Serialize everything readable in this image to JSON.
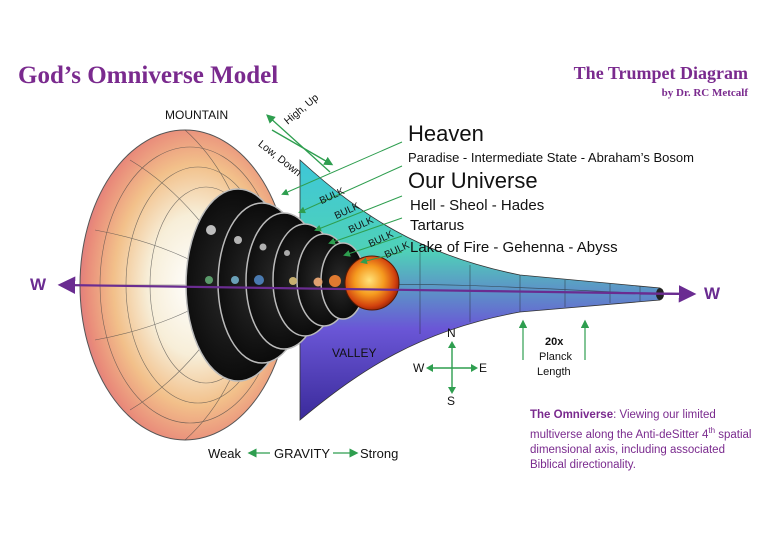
{
  "header": {
    "title": "God’s Omniverse Model",
    "diagram_title": "The Trumpet Diagram",
    "byline": "by Dr. RC Metcalf"
  },
  "labels": {
    "mountain": "MOUNTAIN",
    "valley": "VALLEY",
    "high_up": "High, Up",
    "low_down": "Low, Down",
    "bulk": "BULK",
    "west": "W",
    "compass_n": "N",
    "compass_s": "S",
    "compass_e": "E",
    "compass_w": "W",
    "planck_mult": "20x",
    "planck_1": "Planck",
    "planck_2": "Length",
    "gravity_weak": "Weak",
    "gravity": "GRAVITY",
    "gravity_strong": "Strong"
  },
  "realms": {
    "heaven": "Heaven",
    "paradise": "Paradise - Intermediate State - Abraham’s Bosom",
    "our_universe": "Our Universe",
    "hell": "Hell - Sheol - Hades",
    "tartarus": "Tartarus",
    "lake": "Lake of Fire - Gehenna - Abyss"
  },
  "caption": {
    "lead": "The Omniverse",
    "text_a": ":  Viewing our limited multiverse along the Anti-deSitter 4",
    "sup": "th",
    "text_b": " spatial dimensional axis, including associated Biblical directionality."
  },
  "colors": {
    "accent_purple": "#7a2a8e",
    "axis_purple": "#6a2c91",
    "green": "#2e9e4f"
  }
}
